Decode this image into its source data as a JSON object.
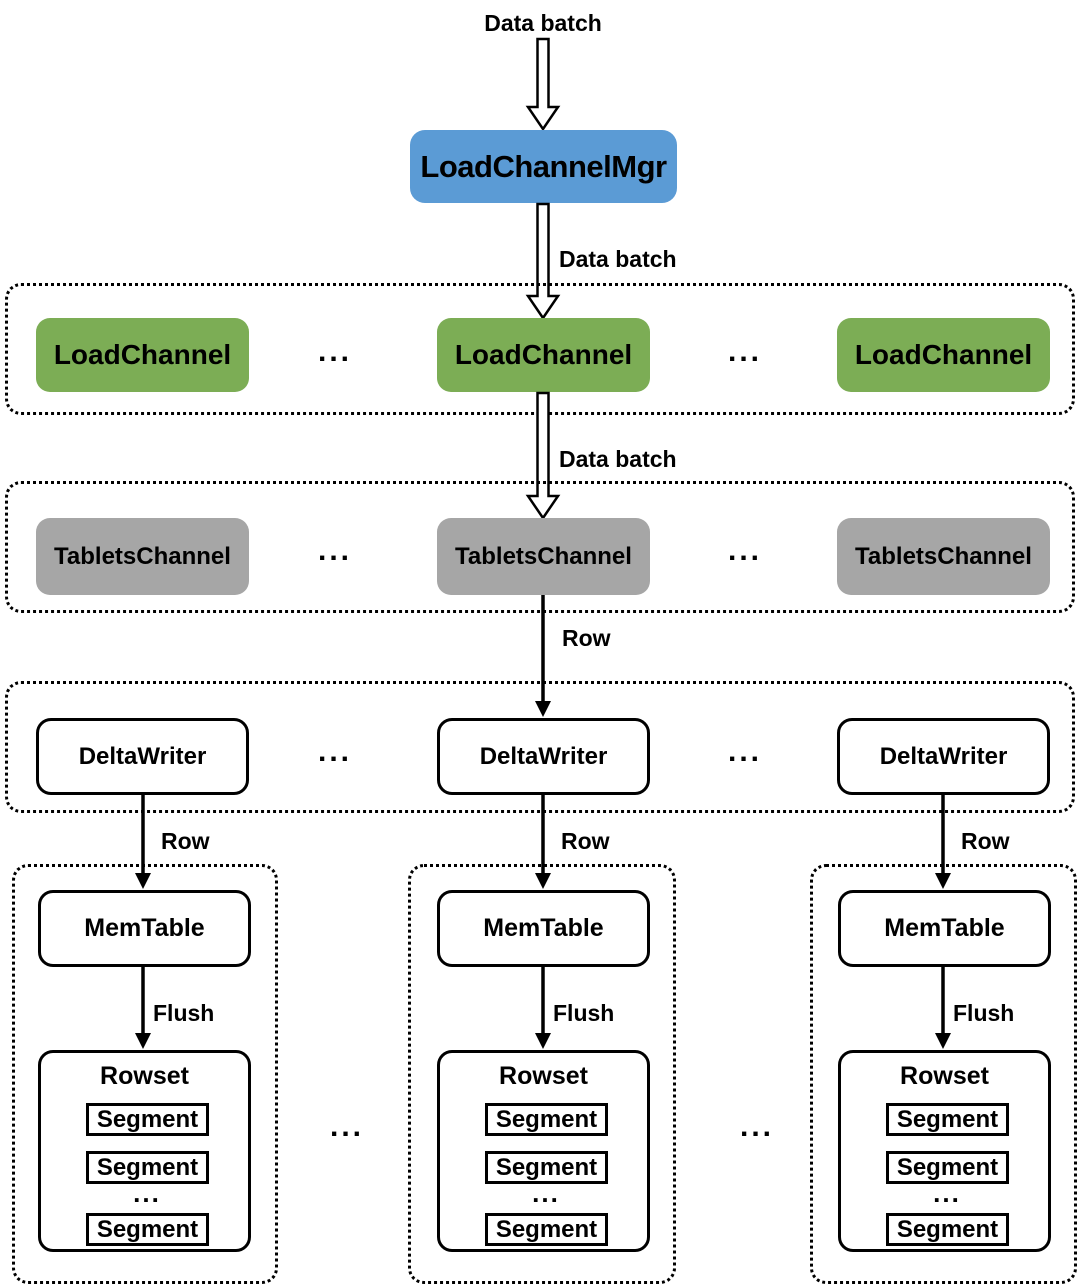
{
  "colors": {
    "manager_fill": "#5B9BD5",
    "load_channel_fill": "#7CAD55",
    "tablets_channel_fill": "#A6A6A6",
    "line_color": "#000000"
  },
  "source_label": "Data batch",
  "manager_label": "LoadChannelMgr",
  "ellipsis": "...",
  "edges": {
    "mgr_to_channel": "Data batch",
    "channel_to_tablets": "Data batch",
    "tablets_to_writer": "Row",
    "writer_to_memtable": [
      "Row",
      "Row",
      "Row"
    ],
    "memtable_to_rowset": [
      "Flush",
      "Flush",
      "Flush"
    ]
  },
  "load_channels": [
    "LoadChannel",
    "LoadChannel",
    "LoadChannel"
  ],
  "tablets_channels": [
    "TabletsChannel",
    "TabletsChannel",
    "TabletsChannel"
  ],
  "delta_writers": [
    "DeltaWriter",
    "DeltaWriter",
    "DeltaWriter"
  ],
  "tablets": [
    {
      "memtable": "MemTable",
      "rowset_title": "Rowset",
      "segments": [
        "Segment",
        "Segment",
        "Segment"
      ]
    },
    {
      "memtable": "MemTable",
      "rowset_title": "Rowset",
      "segments": [
        "Segment",
        "Segment",
        "Segment"
      ]
    },
    {
      "memtable": "MemTable",
      "rowset_title": "Rowset",
      "segments": [
        "Segment",
        "Segment",
        "Segment"
      ]
    }
  ]
}
